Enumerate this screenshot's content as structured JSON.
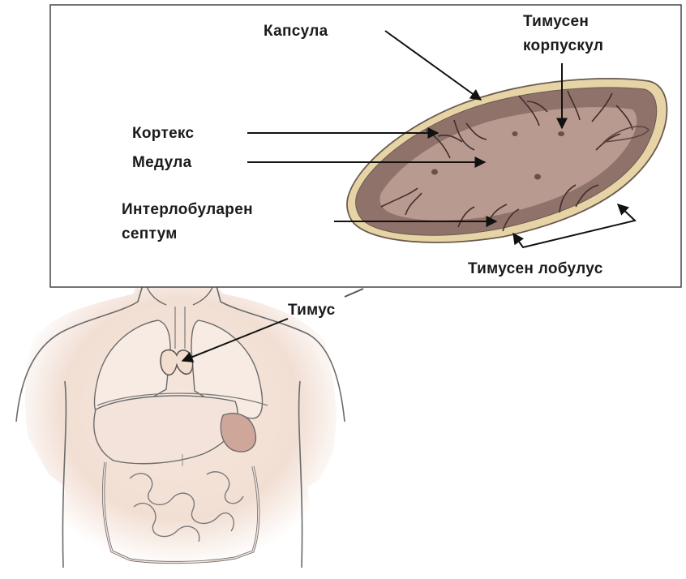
{
  "labels": {
    "capsule": "Капсула",
    "corpuscle_line1": "Тимусен",
    "corpuscle_line2": "корпускул",
    "cortex": "Кортекс",
    "medulla": "Медула",
    "septum_line1": "Интерлобуларен",
    "septum_line2": "септум",
    "lobule": "Тимусен лобулус",
    "thymus": "Тимус"
  },
  "colors": {
    "lobe_fill": "#b89a90",
    "lobe_capsule": "#e6d3a6",
    "cortex_stipple": "#5e4742",
    "body_shade": "#f2dfd4",
    "outline": "#555555"
  }
}
